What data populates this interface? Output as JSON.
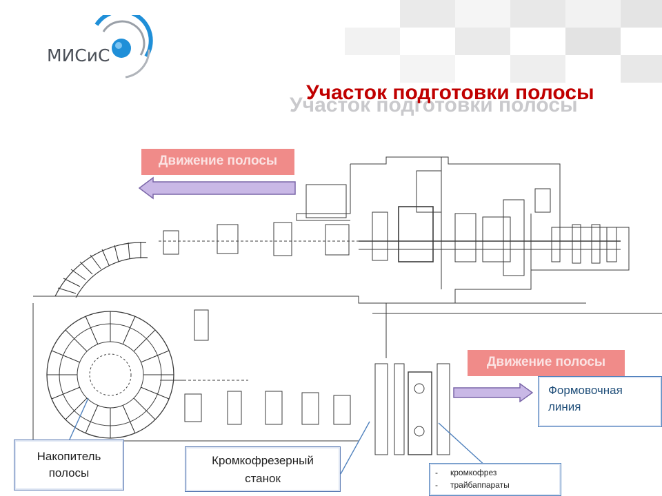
{
  "logo": {
    "text": "МИСиС"
  },
  "title": "Участок подготовки полосы",
  "motion_label_top": "Движение полосы",
  "motion_label_right": "Движение полосы",
  "callouts": {
    "accumulator": "Накопитель полосы",
    "edge_milling": "Кромкофрезерный станок",
    "forming_line": "Формовочная линия",
    "equipment_list": [
      "кромкофрез",
      "трайбаппараты"
    ]
  },
  "colors": {
    "title": "#c00000",
    "motion_box": "#f08b89",
    "arrow_fill": "#c9b8e6",
    "callout_border": "#4f81bd",
    "logo_blue": "#1f8fd8"
  }
}
